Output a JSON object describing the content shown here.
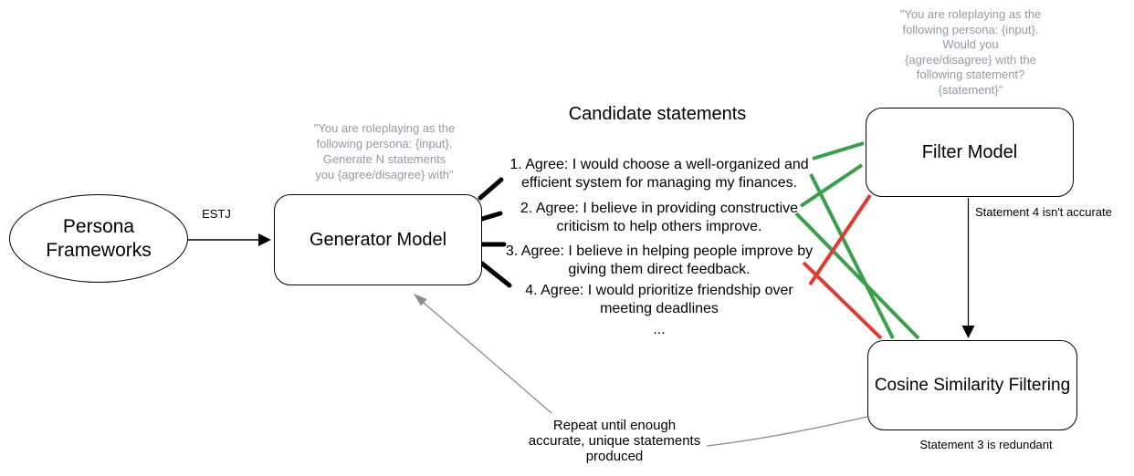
{
  "colors": {
    "green": "#38a049",
    "red": "#e03b33",
    "gray_text": "#939aa5",
    "gray_line": "#8c8c8c",
    "black": "#000000"
  },
  "persona_node": {
    "label": "Persona Frameworks"
  },
  "generator_node": {
    "label": "Generator Model",
    "prompt_lines": [
      "\"You are roleplaying as the",
      "following persona: {input}.",
      "Generate N statements",
      "you {agree/disagree} with\""
    ]
  },
  "filter_node": {
    "label": "Filter Model",
    "prompt_lines": [
      "\"You are roleplaying as the",
      "following persona: {input}.",
      "Would you",
      "{agree/disagree} with the",
      "following statement?",
      "{statement}\""
    ],
    "note": "Statement 4 isn't accurate"
  },
  "cosine_node": {
    "label": "Cosine Similarity Filtering",
    "note": "Statement 3 is redundant"
  },
  "estj_label": "ESTJ",
  "candidate_statements": {
    "heading": "Candidate statements",
    "items": [
      {
        "line1": "1. Agree: I would choose a well-organized and",
        "line2": "efficient system for managing my finances."
      },
      {
        "line1": "2. Agree: I believe in providing constructive",
        "line2": "criticism to help others improve."
      },
      {
        "line1": "3. Agree: I believe in helping people improve by",
        "line2": "giving them direct feedback."
      },
      {
        "line1": "4. Agree: I would prioritize friendship over",
        "line2": "meeting deadlines"
      }
    ],
    "ellipsis": "..."
  },
  "repeat_note": {
    "lines": [
      "Repeat until enough",
      "accurate, unique statements",
      "produced"
    ]
  }
}
